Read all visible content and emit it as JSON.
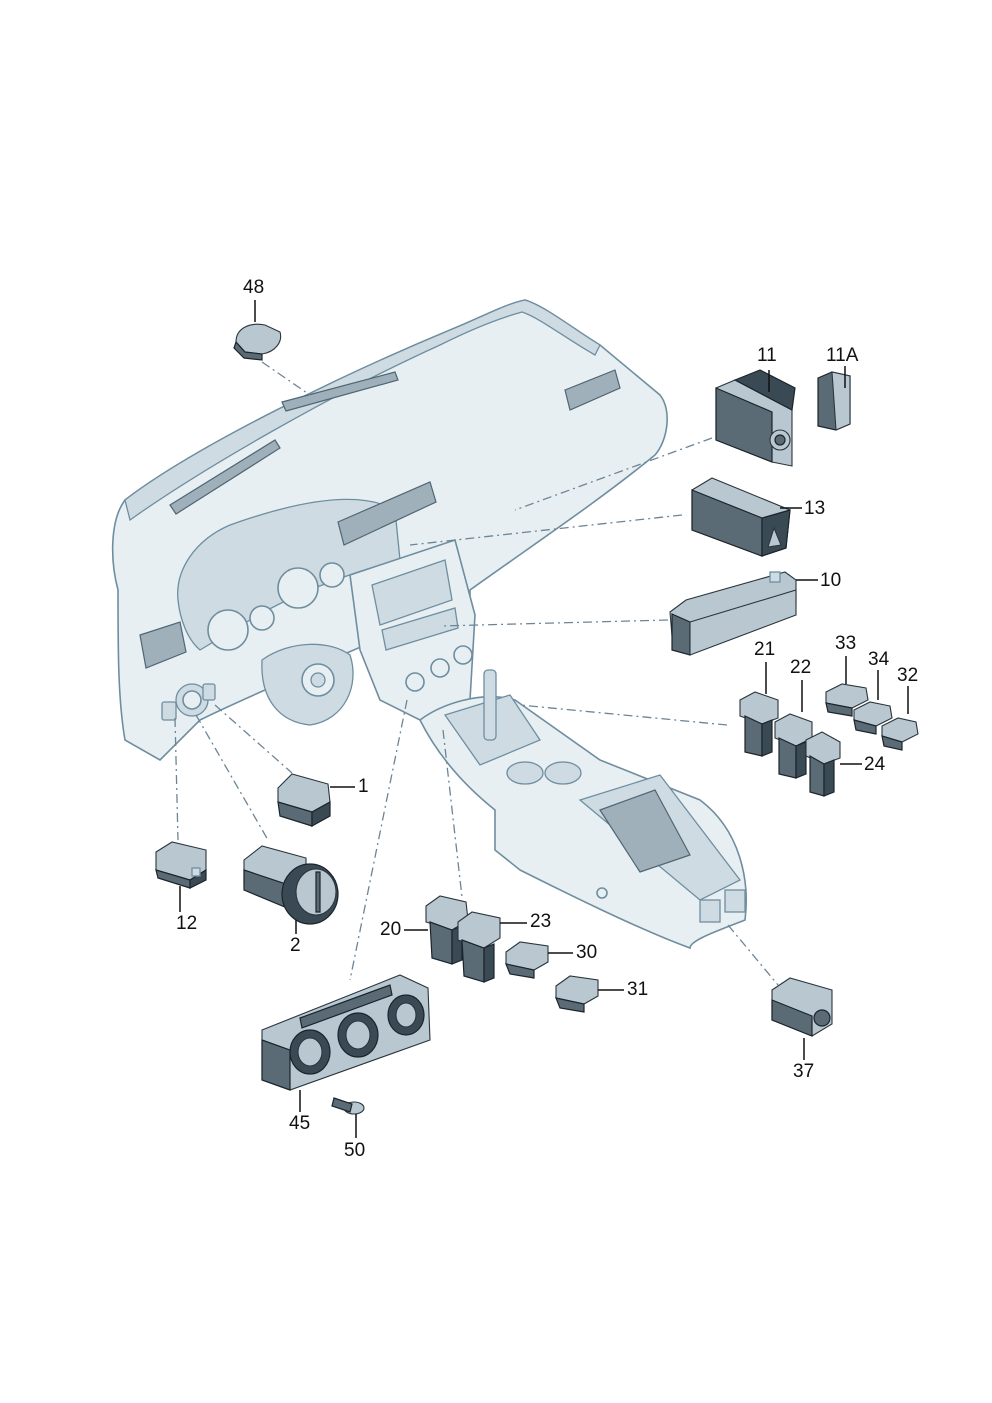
{
  "diagram": {
    "labels": {
      "p48": "48",
      "p11": "11",
      "p11a": "11A",
      "p13": "13",
      "p10": "10",
      "p21": "21",
      "p22": "22",
      "p33": "33",
      "p34": "34",
      "p32": "32",
      "p24": "24",
      "p1": "1",
      "p12": "12",
      "p2": "2",
      "p20": "20",
      "p23": "23",
      "p30": "30",
      "p31": "31",
      "p37": "37",
      "p45": "45",
      "p50": "50"
    },
    "colors": {
      "outline": "#6e8ea0",
      "panel_fill": "#e8eff3",
      "part_dark": "#3a4a55",
      "leader": "#111111",
      "reference_line": "#6c8596"
    }
  }
}
